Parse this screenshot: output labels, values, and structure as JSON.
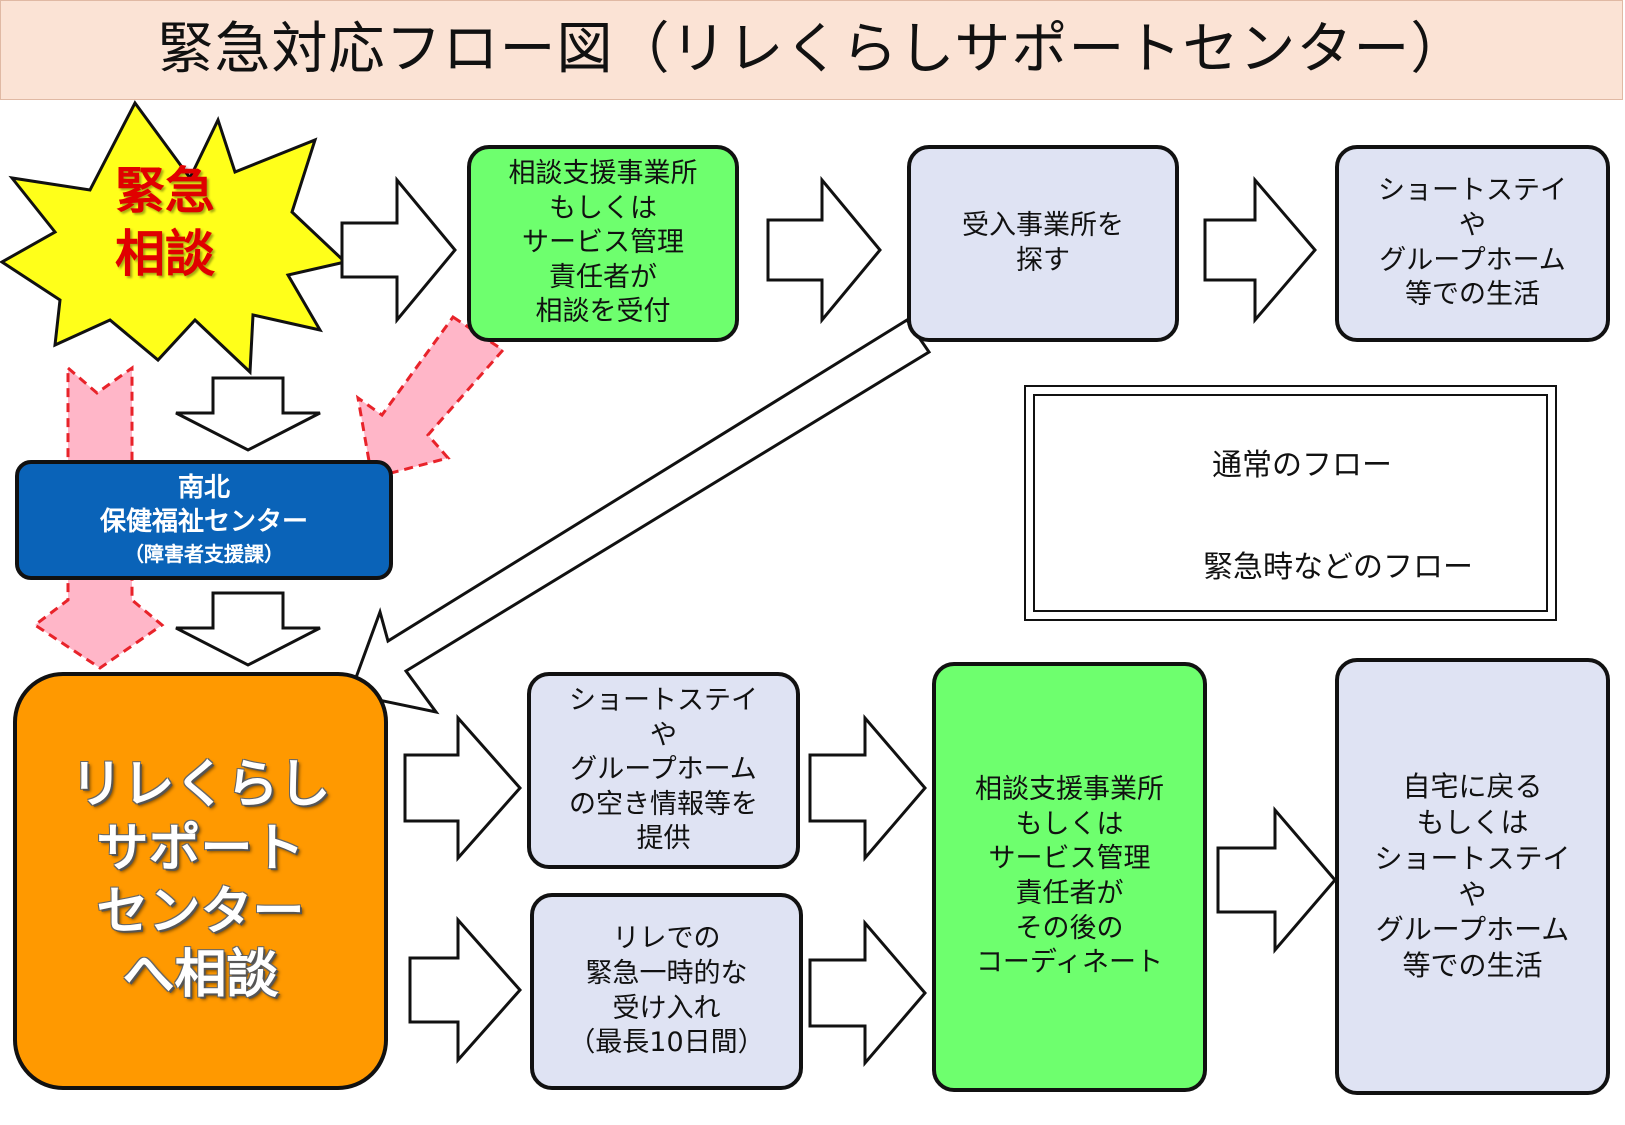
{
  "title": "緊急対応フロー図（リレくらしサポートセンター）",
  "burst": {
    "label": "緊急\n相談"
  },
  "boxes": {
    "consult_top": "相談支援事業所\nもしくは\nサービス管理\n責任者が\n相談を受付",
    "find_provider": "受入事業所を\n探す",
    "life_top": "ショートステイ\nや\nグループホーム\n等での生活",
    "nanboku_name": "南北\n保健福祉センター",
    "nanboku_dept": "（障害者支援課）",
    "relay_center": "リレくらし\nサポート\nセンター\nへ相談",
    "vacancy_info": "ショートステイ\nや\nグループホーム\nの空き情報等を\n提供",
    "emergency_accept": "リレでの\n緊急一時的な\n受け入れ\n（最長10日間）",
    "consult_bottom": "相談支援事業所\nもしくは\nサービス管理\n責任者が\nその後の\nコーディネート",
    "return_home": "自宅に戻る\nもしくは\nショートステイ\nや\nグループホーム\n等での生活"
  },
  "legend": {
    "normal_flow": "通常のフロー",
    "emergency_flow": "緊急時などのフロー"
  },
  "colors": {
    "title_bg": "#fbe3d5",
    "green_box": "#6eff6e",
    "lavender_box": "#dfe3f3",
    "nanboku_box": "#0a63b8",
    "relay_box": "#ff9900",
    "burst_fill": "#ffff1a",
    "burst_text": "#e00000",
    "emergency_arrow_fill": "#ffb6c8",
    "emergency_arrow_stroke": "#e8232a"
  },
  "icons": {
    "normal_arrow": "hollow-block-arrow",
    "emergency_arrow": "dashed-pink-block-arrow",
    "burst": "explosion-star"
  }
}
